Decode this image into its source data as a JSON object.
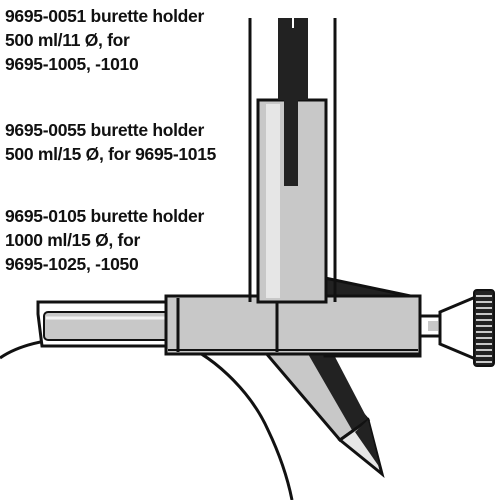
{
  "captions": [
    {
      "lines": [
        "9695-0051 burette holder",
        "500 ml/11 Ø, for",
        "9695-1005, -1010"
      ]
    },
    {
      "lines": [
        "9695-0055 burette holder",
        "500 ml/15 Ø, for 9695-1015"
      ]
    },
    {
      "lines": [
        "9695-0105 burette holder",
        "1000 ml/15 Ø, for",
        "9695-1025, -1050"
      ]
    }
  ],
  "colors": {
    "outline": "#111111",
    "fill_gray": "#c8c8c8",
    "fill_light": "#e6e6e6",
    "fill_dark": "#222222",
    "background": "#ffffff"
  }
}
